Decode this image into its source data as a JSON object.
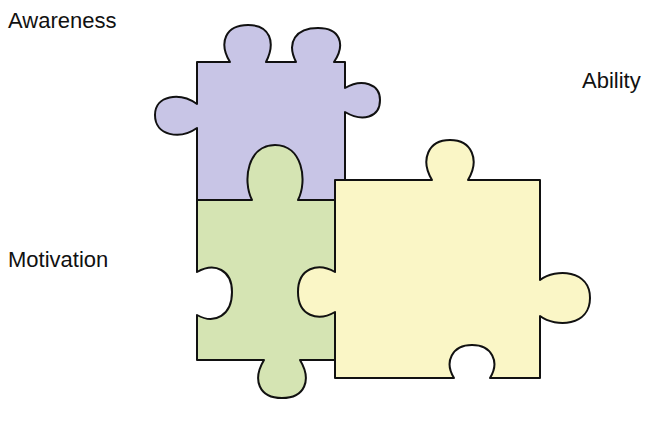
{
  "diagram": {
    "labels": [
      "Awareness",
      "Motivation",
      "Ability"
    ]
  }
}
